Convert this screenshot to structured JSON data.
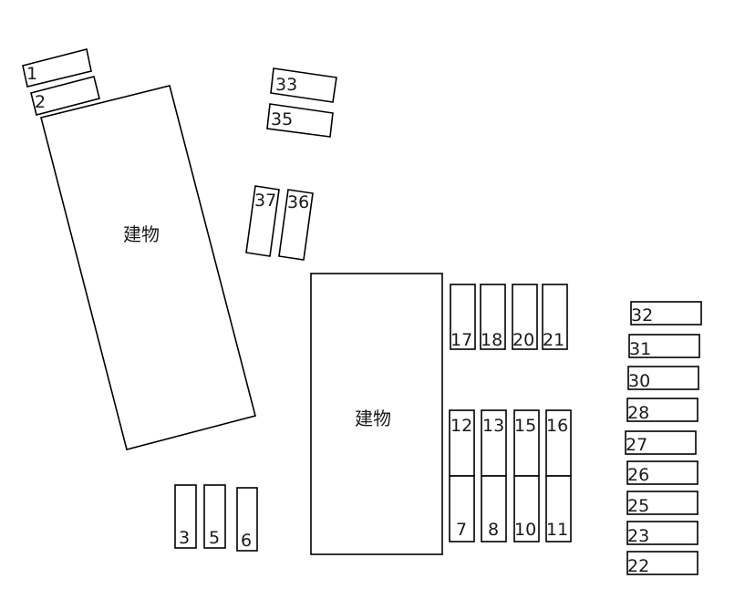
{
  "buildings": [
    {
      "id": "building-left",
      "label": "建物"
    },
    {
      "id": "building-center",
      "label": "建物"
    }
  ],
  "spots": [
    {
      "id": "1",
      "label": "1"
    },
    {
      "id": "2",
      "label": "2"
    },
    {
      "id": "33",
      "label": "33"
    },
    {
      "id": "35",
      "label": "35"
    },
    {
      "id": "37",
      "label": "37"
    },
    {
      "id": "36",
      "label": "36"
    },
    {
      "id": "3",
      "label": "3"
    },
    {
      "id": "5",
      "label": "5"
    },
    {
      "id": "6",
      "label": "6"
    },
    {
      "id": "17",
      "label": "17"
    },
    {
      "id": "18",
      "label": "18"
    },
    {
      "id": "20",
      "label": "20"
    },
    {
      "id": "21",
      "label": "21"
    },
    {
      "id": "12",
      "label": "12"
    },
    {
      "id": "13",
      "label": "13"
    },
    {
      "id": "15",
      "label": "15"
    },
    {
      "id": "16",
      "label": "16"
    },
    {
      "id": "7",
      "label": "7"
    },
    {
      "id": "8",
      "label": "8"
    },
    {
      "id": "10",
      "label": "10"
    },
    {
      "id": "11",
      "label": "11"
    },
    {
      "id": "32",
      "label": "32"
    },
    {
      "id": "31",
      "label": "31"
    },
    {
      "id": "30",
      "label": "30"
    },
    {
      "id": "28",
      "label": "28"
    },
    {
      "id": "27",
      "label": "27"
    },
    {
      "id": "26",
      "label": "26"
    },
    {
      "id": "25",
      "label": "25"
    },
    {
      "id": "23",
      "label": "23"
    },
    {
      "id": "22",
      "label": "22"
    }
  ]
}
